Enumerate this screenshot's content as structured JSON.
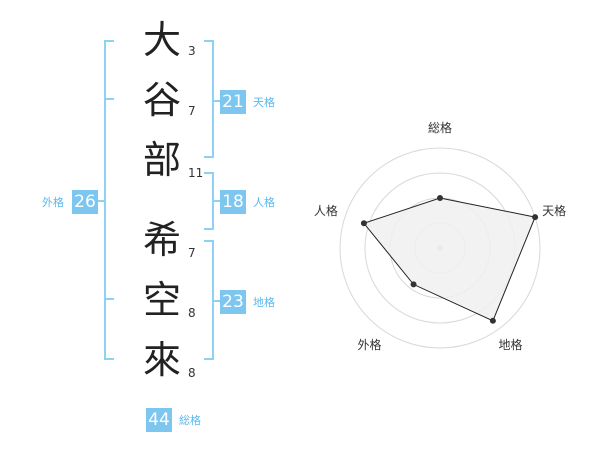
{
  "characters": [
    {
      "char": "大",
      "strokes": "3"
    },
    {
      "char": "谷",
      "strokes": "7"
    },
    {
      "char": "部",
      "strokes": "11"
    },
    {
      "char": "希",
      "strokes": "7"
    },
    {
      "char": "空",
      "strokes": "8"
    },
    {
      "char": "來",
      "strokes": "8"
    }
  ],
  "grids": {
    "tenkaku": {
      "value": "21",
      "label": "天格"
    },
    "jinkaku": {
      "value": "18",
      "label": "人格"
    },
    "chikaku": {
      "value": "23",
      "label": "地格"
    },
    "gaikaku": {
      "value": "26",
      "label": "外格"
    },
    "soukaku": {
      "value": "44",
      "label": "総格"
    }
  },
  "colors": {
    "accent": "#7cc6f0",
    "bracket": "#8fd0f5",
    "label": "#5bb8ee",
    "polygon_fill": "#f0f0f0",
    "polygon_stroke": "#222222"
  },
  "chart_data": {
    "type": "radar",
    "axes": [
      "総格",
      "天格",
      "地格",
      "外格",
      "人格"
    ],
    "levels": 4,
    "series": [
      {
        "values": [
          0.5,
          1.0,
          0.9,
          0.45,
          0.8
        ]
      }
    ]
  }
}
